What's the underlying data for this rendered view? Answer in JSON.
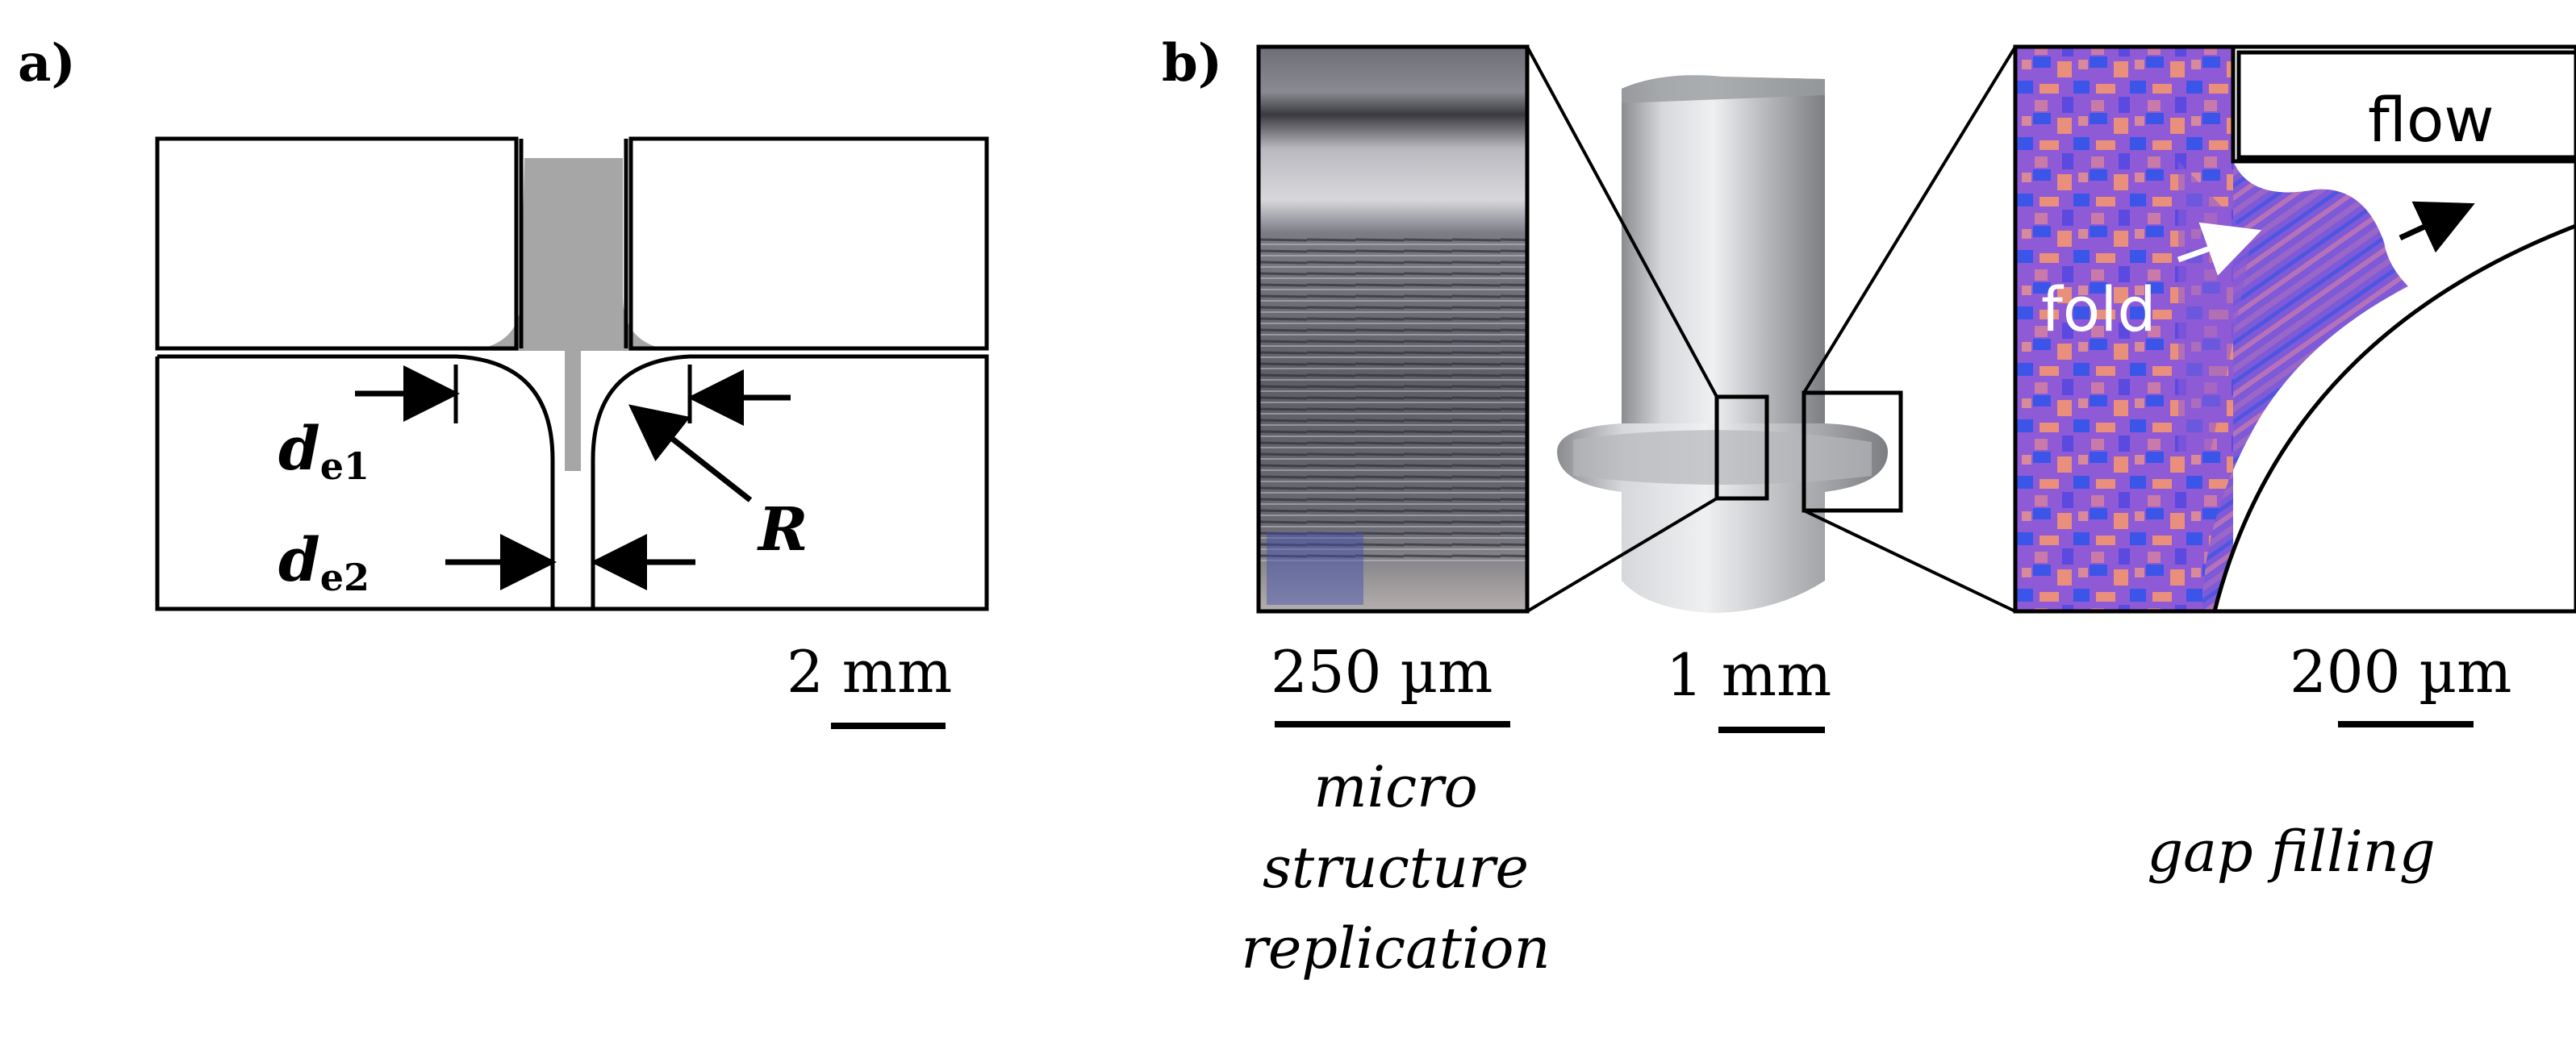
{
  "panel_a": {
    "label": "a)",
    "symbol_d": "d",
    "sub_e1": "e1",
    "sub_e2": "e2",
    "radius_label": "R",
    "scale_text": "2 mm"
  },
  "panel_b": {
    "label": "b)",
    "left_scale_text": "250 µm",
    "center_scale_text": "1 mm",
    "right_scale_text": "200 µm",
    "left_caption": [
      "micro",
      "structure",
      "replication"
    ],
    "right_caption": "gap filling",
    "fold_label": "fold",
    "flow_label": "flow"
  },
  "colors": {
    "line": "#000000",
    "billet_fill": "#a6a6a6",
    "micro_base": "#6c6c78",
    "pin_base": "#c4c6c9",
    "ebsd_blue": "#3a55e8",
    "ebsd_purple": "#8e5ad6",
    "ebsd_orange": "#e98f7c"
  }
}
